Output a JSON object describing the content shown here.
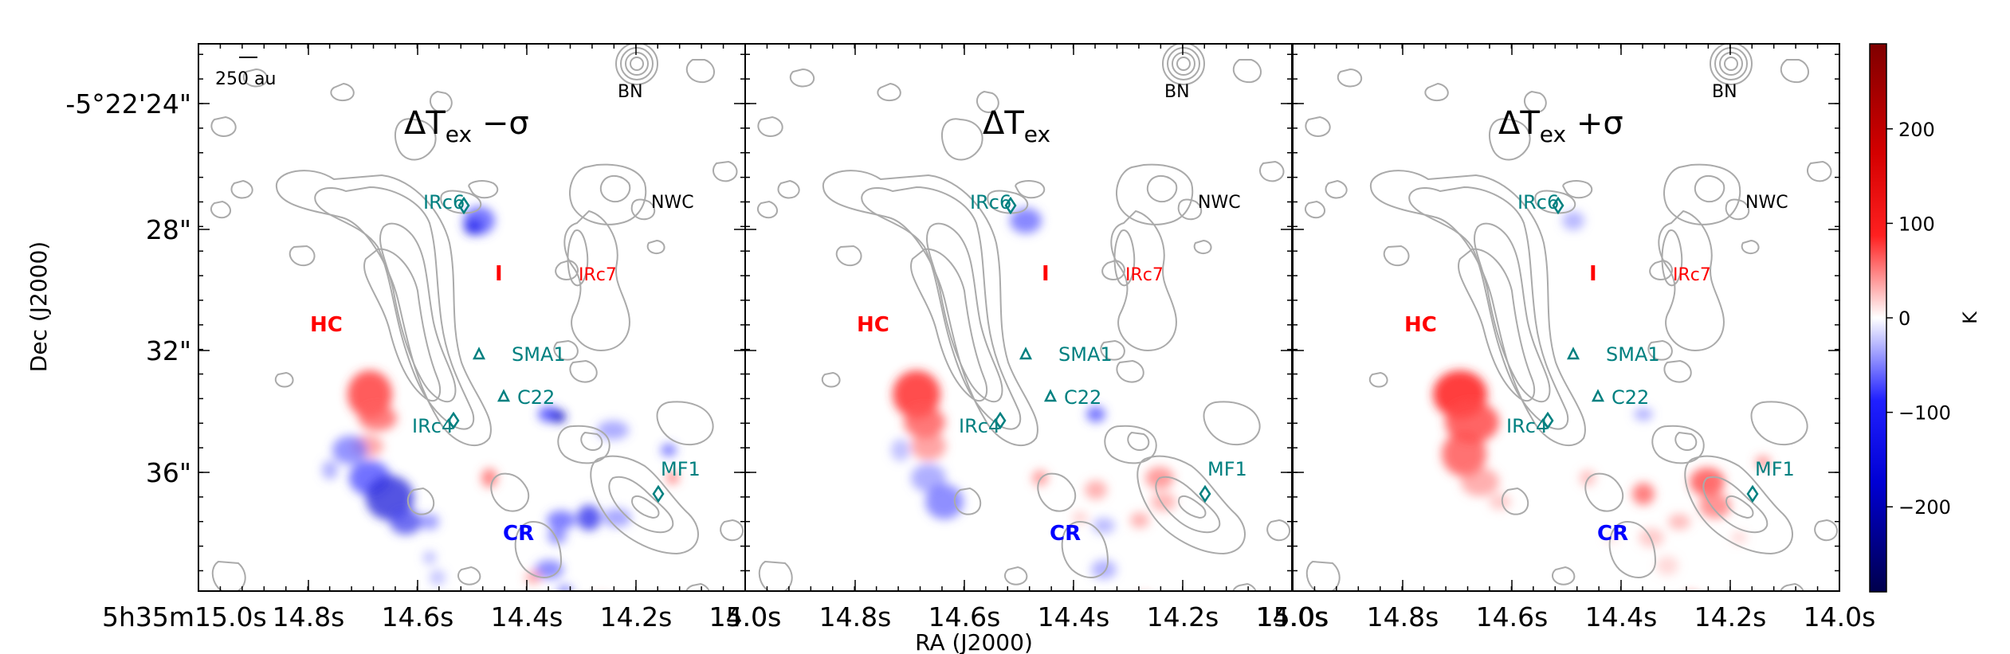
{
  "figure": {
    "scalebar_label": "250 au"
  },
  "chart_data": {
    "type": "heatmap",
    "subtype": "map_with_contours",
    "panels": [
      {
        "title_base": "ΔT",
        "title_sub": "ex",
        "title_suffix": "  −σ",
        "key": "minus"
      },
      {
        "title_base": "ΔT",
        "title_sub": "ex",
        "title_suffix": "",
        "key": "center"
      },
      {
        "title_base": "ΔT",
        "title_sub": "ex",
        "title_suffix": "  +σ",
        "key": "plus"
      }
    ],
    "xlabel": "RA (J2000)",
    "ylabel": "Dec (J2000)",
    "x_ticks": [
      "5h35m15.0s",
      "14.8s",
      "14.6s",
      "14.4s",
      "14.2s",
      "14.0s"
    ],
    "x_ticks_repeat": [
      "15.0s",
      "14.8s",
      "14.6s",
      "14.4s",
      "14.2s",
      "14.0s"
    ],
    "y_ticks": [
      "-5°22'24\"",
      "28\"",
      "32\"",
      "36\""
    ],
    "colorbar": {
      "label": "K",
      "range": [
        -290,
        290
      ],
      "ticks": [
        200,
        100,
        0,
        -100,
        -200
      ],
      "tick_labels": [
        "200",
        "100",
        "0",
        "−100",
        "−200"
      ],
      "colormap": "seismic",
      "colors": {
        "low": "#00004c",
        "mid": "#ffffff",
        "high": "#7f0000"
      }
    },
    "sources_teal": [
      {
        "name": "IRc6"
      },
      {
        "name": "SMA1"
      },
      {
        "name": "C22"
      },
      {
        "name": "IRc4"
      },
      {
        "name": "MF1"
      }
    ],
    "sources_black": [
      {
        "name": "BN"
      },
      {
        "name": "NWC"
      }
    ],
    "labels_red": [
      {
        "name": "I",
        "bold": true
      },
      {
        "name": "HC",
        "bold": true
      },
      {
        "name": "IRc7",
        "bold": false
      }
    ],
    "labels_blue": [
      {
        "name": "CR",
        "bold": true
      }
    ],
    "colors": {
      "teal": "#008080",
      "red": "#ff0000",
      "blue": "#0000ff",
      "contour": "#aaaaaa"
    }
  }
}
